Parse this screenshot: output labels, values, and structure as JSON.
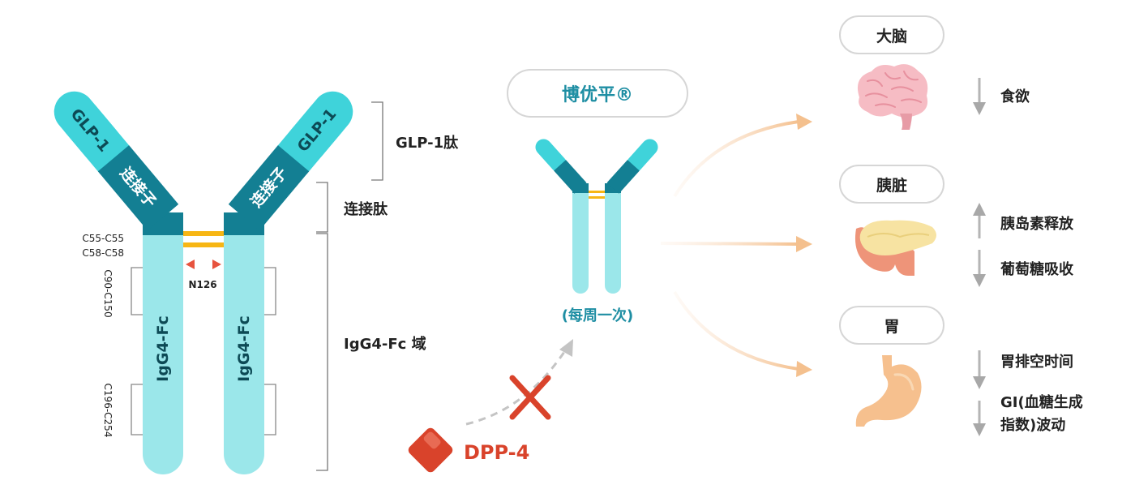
{
  "molecule": {
    "arm_top_label": "GLP-1",
    "arm_linker_label": "连接子",
    "fc_label": "IgG4-Fc",
    "bonds": [
      "C55-C55",
      "C58-C58"
    ],
    "disulfide_left_upper": "C90-C150",
    "disulfide_left_lower": "C196-C254",
    "mutation": "N126"
  },
  "brackets": {
    "glp1": "GLP-1肽",
    "linker": "连接肽",
    "fc": "IgG4-Fc 域"
  },
  "drug": {
    "name": "博优平®",
    "dosing": "(每周一次)"
  },
  "enzyme": {
    "name": "DPP-4"
  },
  "organs": [
    {
      "name": "大脑",
      "effects": [
        {
          "text": "食欲",
          "direction": "down"
        }
      ]
    },
    {
      "name": "胰脏",
      "effects": [
        {
          "text": "胰岛素释放",
          "direction": "up"
        },
        {
          "text": "葡萄糖吸收",
          "direction": "down"
        }
      ]
    },
    {
      "name": "胃",
      "effects": [
        {
          "text": "胃排空时间",
          "direction": "down"
        },
        {
          "text": "GI(血糖生成",
          "direction": "down"
        },
        {
          "text": "指数)波动",
          "direction": ""
        }
      ]
    }
  ],
  "colors": {
    "teal_light": "#9BE7EA",
    "teal_bright": "#3FD3DA",
    "teal_dark": "#137F93",
    "gold": "#F7B614",
    "red": "#D9432B",
    "orange_arrow": "#F3C9A0",
    "grey_arrow": "#B5B5B5"
  }
}
